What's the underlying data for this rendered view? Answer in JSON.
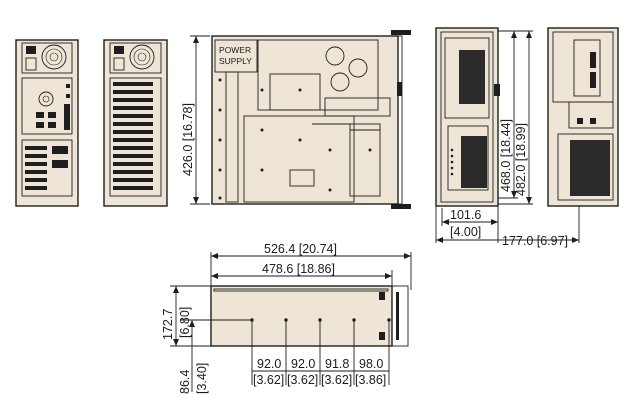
{
  "views": {
    "top": {
      "power_supply_label": [
        "POWER",
        "SUPPLY"
      ],
      "depth_dim": "426.0 [16.78]"
    },
    "front": {
      "height_inner_dim": "468.0 [18.44]",
      "height_outer_dim": "482.0 [18.99]",
      "width_inner_dim": [
        "101.6",
        "[4.00]"
      ],
      "width_outer_dim": "177.0 [6.97]"
    },
    "side": {
      "width_overall_dim": "526.4 [20.74]",
      "width_inner_dim": "478.6 [18.86]",
      "height_total_dim": [
        "172.7",
        "[6.80]"
      ],
      "height_offset_dim": [
        "86.4",
        "[3.40]"
      ],
      "spacing_dims": [
        {
          "mm": "92.0",
          "in": "[3.62]"
        },
        {
          "mm": "92.0",
          "in": "[3.62]"
        },
        {
          "mm": "91.8",
          "in": "[3.62]"
        },
        {
          "mm": "98.0",
          "in": "[3.86]"
        }
      ]
    }
  },
  "colors": {
    "chassis": "#efe5d6",
    "outline": "#1e1e1e"
  }
}
